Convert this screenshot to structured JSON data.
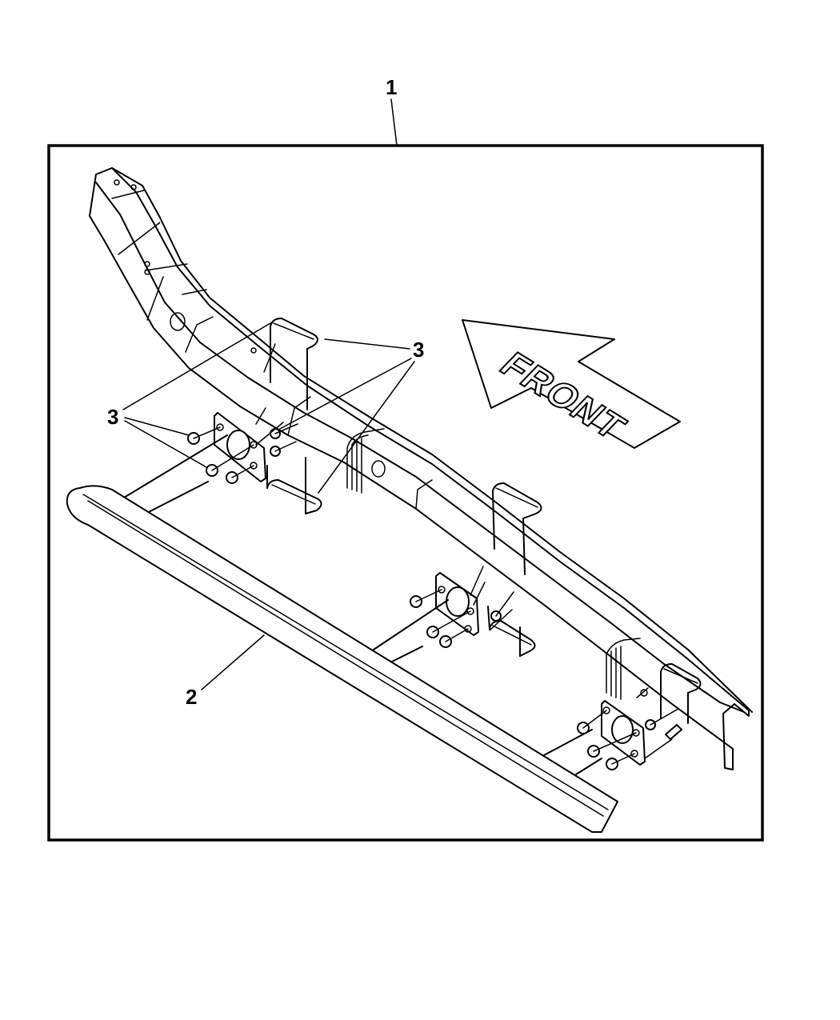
{
  "diagram": {
    "direction_label": "FRONT",
    "callouts": [
      {
        "id": "1",
        "label": "1"
      },
      {
        "id": "2",
        "label": "2"
      },
      {
        "id": "3a",
        "label": "3"
      },
      {
        "id": "3b",
        "label": "3"
      }
    ],
    "colors": {
      "line": "#000000",
      "background": "#ffffff"
    }
  }
}
